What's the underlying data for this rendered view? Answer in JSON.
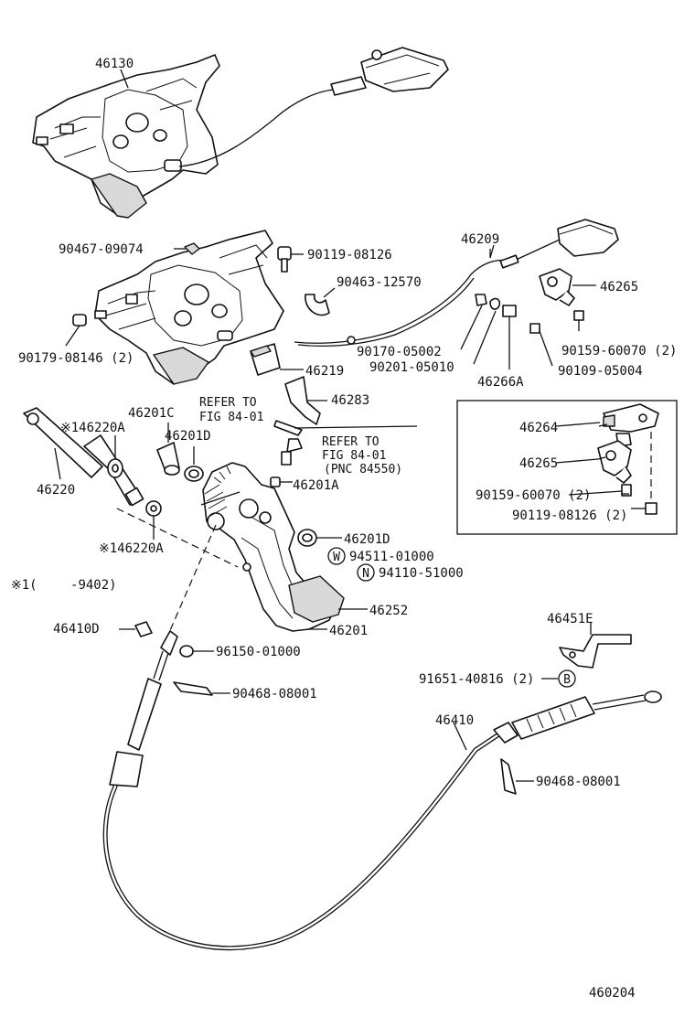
{
  "diagram": {
    "labels": {
      "l46130": "46130",
      "l90467": "90467-09074",
      "l90119a": "90119-08126",
      "l90463": "90463-12570",
      "l90179": "90179-08146 (2)",
      "l46209": "46209",
      "l46265a": "46265",
      "l90170": "90170-05002",
      "l90201": "90201-05010",
      "l90159a": "90159-60070 (2)",
      "l90109": "90109-05004",
      "l46266A": "46266A",
      "l46219": "46219",
      "l46283": "46283",
      "lRefer1a": "REFER TO",
      "lRefer1b": "FIG 84-01",
      "lRefer2a": "REFER TO",
      "lRefer2b": "FIG 84-01",
      "lRefer2c": "(PNC 84550)",
      "l46201C": "46201C",
      "l146220A_top": "※146220A",
      "l46201D_a": "46201D",
      "l46220": "46220",
      "l46201A": "46201A",
      "l146220A_bot": "※146220A",
      "l46201D_b": "46201D",
      "l94511": "94511-01000",
      "l94110": "94110-51000",
      "lNote1": "※1(　　 -9402)",
      "l46252": "46252",
      "l46410D": "46410D",
      "l46201": "46201",
      "l96150": "96150-01000",
      "l90468a": "90468-08001",
      "l46451E": "46451E",
      "l91651": "91651-40816 (2)",
      "l46410": "46410",
      "l90468b": "90468-08001",
      "l46264": "46264",
      "l46265b": "46265",
      "l90159b": "90159-60070 (2)",
      "l90119b": "90119-08126 (2)",
      "lDiagramNo": "460204"
    },
    "symbols": {
      "w": "W",
      "n": "N",
      "b": "B"
    }
  }
}
